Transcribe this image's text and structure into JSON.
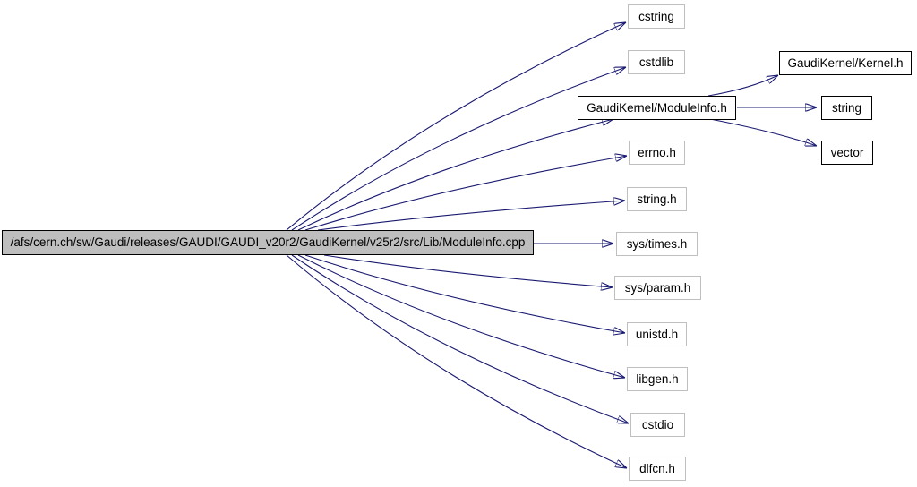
{
  "graph": {
    "kind": "doxygen-include-dependency-graph",
    "colors": {
      "background": "#ffffff",
      "edge": "#191970",
      "main_node_fill": "#bebebe",
      "linked_node_border": "#000000",
      "external_node_border": "#bfbfbf"
    },
    "nodes": [
      {
        "id": "main",
        "label": "/afs/cern.ch/sw/Gaudi/releases/GAUDI/GAUDI_v20r2/GaudiKernel/v25r2/src/Lib/ModuleInfo.cpp",
        "type": "current-source-file"
      },
      {
        "id": "cstring",
        "label": "cstring",
        "type": "external-header"
      },
      {
        "id": "cstdlib",
        "label": "cstdlib",
        "type": "external-header"
      },
      {
        "id": "kernel_h",
        "label": "GaudiKernel/Kernel.h",
        "type": "documented-header"
      },
      {
        "id": "moduleinfo_h",
        "label": "GaudiKernel/ModuleInfo.h",
        "type": "documented-header"
      },
      {
        "id": "string",
        "label": "string",
        "type": "documented-header"
      },
      {
        "id": "errno_h",
        "label": "errno.h",
        "type": "external-header"
      },
      {
        "id": "vector",
        "label": "vector",
        "type": "documented-header"
      },
      {
        "id": "string_h",
        "label": "string.h",
        "type": "external-header"
      },
      {
        "id": "sys_times_h",
        "label": "sys/times.h",
        "type": "external-header"
      },
      {
        "id": "sys_param_h",
        "label": "sys/param.h",
        "type": "external-header"
      },
      {
        "id": "unistd_h",
        "label": "unistd.h",
        "type": "external-header"
      },
      {
        "id": "libgen_h",
        "label": "libgen.h",
        "type": "external-header"
      },
      {
        "id": "cstdio",
        "label": "cstdio",
        "type": "external-header"
      },
      {
        "id": "dlfcn_h",
        "label": "dlfcn.h",
        "type": "external-header"
      }
    ],
    "edges": [
      {
        "from": "main",
        "to": "cstring"
      },
      {
        "from": "main",
        "to": "cstdlib"
      },
      {
        "from": "main",
        "to": "moduleinfo_h"
      },
      {
        "from": "main",
        "to": "errno_h"
      },
      {
        "from": "main",
        "to": "string_h"
      },
      {
        "from": "main",
        "to": "sys_times_h"
      },
      {
        "from": "main",
        "to": "sys_param_h"
      },
      {
        "from": "main",
        "to": "unistd_h"
      },
      {
        "from": "main",
        "to": "libgen_h"
      },
      {
        "from": "main",
        "to": "cstdio"
      },
      {
        "from": "main",
        "to": "dlfcn_h"
      },
      {
        "from": "moduleinfo_h",
        "to": "kernel_h"
      },
      {
        "from": "moduleinfo_h",
        "to": "string"
      },
      {
        "from": "moduleinfo_h",
        "to": "vector"
      }
    ]
  }
}
